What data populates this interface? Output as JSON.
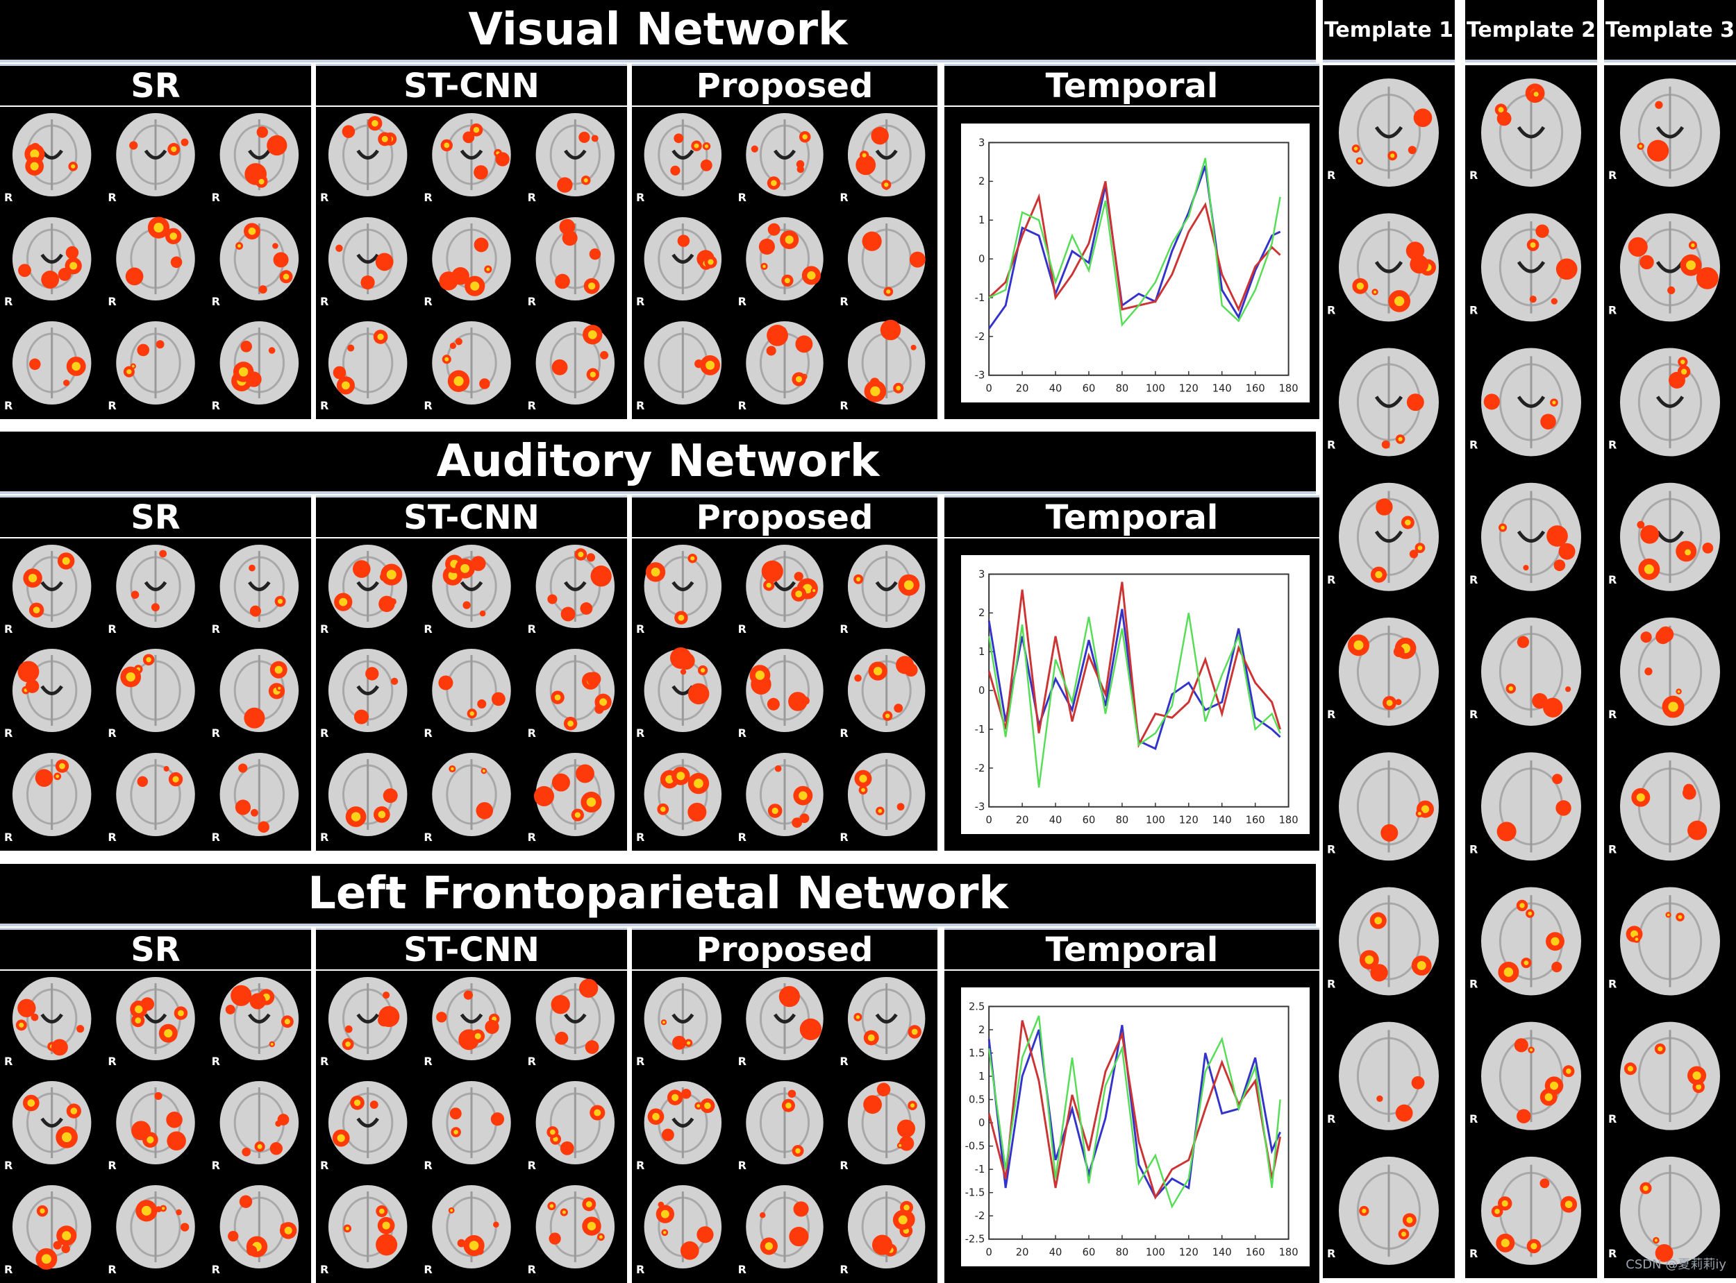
{
  "colors": {
    "background": "#ffffff",
    "header_bg": "#000000",
    "header_text": "#ffffff",
    "separator": "#c6d2e2",
    "brain": "#d2d2d2",
    "activation": "#ff3a0a",
    "activation_hot": "#ffd21a",
    "series_blue": "#3333cc",
    "series_red": "#cc3333",
    "series_green": "#55dd55"
  },
  "networks": [
    {
      "title": "Visual Network",
      "columns": [
        "SR",
        "ST-CNN",
        "Proposed",
        "Temporal"
      ]
    },
    {
      "title": "Auditory Network",
      "columns": [
        "SR",
        "ST-CNN",
        "Proposed",
        "Temporal"
      ]
    },
    {
      "title": "Left Frontoparietal Network",
      "columns": [
        "SR",
        "ST-CNN",
        "Proposed",
        "Temporal"
      ]
    }
  ],
  "orientation_label": "R",
  "templates": [
    "Template 1",
    "Template 2",
    "Template 3"
  ],
  "watermark": "CSDN @夏莉莉iy",
  "chart_data": [
    {
      "type": "line",
      "title": "",
      "xlim": [
        0,
        180
      ],
      "ylim": [
        -3,
        3
      ],
      "xticks": [
        "0",
        "20",
        "40",
        "60",
        "80",
        "100",
        "120",
        "140",
        "160",
        "180"
      ],
      "yticks": [
        "3",
        "2",
        "1",
        "0",
        "-1",
        "-2",
        "-3"
      ],
      "x": [
        0,
        10,
        20,
        30,
        40,
        50,
        60,
        70,
        80,
        90,
        100,
        110,
        120,
        130,
        140,
        150,
        160,
        170,
        175
      ],
      "series": [
        {
          "color": "#3333cc",
          "values": [
            -1.8,
            -1.2,
            0.8,
            0.6,
            -0.9,
            0.2,
            -0.1,
            1.9,
            -1.2,
            -0.9,
            -1.1,
            0.2,
            1.2,
            2.4,
            -0.8,
            -1.5,
            -0.3,
            0.6,
            0.7
          ]
        },
        {
          "color": "#cc3333",
          "values": [
            -1.0,
            -0.6,
            0.6,
            1.6,
            -1.0,
            -0.4,
            0.4,
            2.0,
            -1.3,
            -1.2,
            -1.1,
            -0.4,
            0.7,
            1.4,
            -0.4,
            -1.3,
            -0.2,
            0.3,
            0.1
          ]
        },
        {
          "color": "#55dd55",
          "values": [
            -1.0,
            -0.8,
            1.2,
            1.0,
            -0.6,
            0.6,
            -0.3,
            1.5,
            -1.7,
            -1.2,
            -0.6,
            0.4,
            1.1,
            2.6,
            -1.2,
            -1.6,
            -0.8,
            0.4,
            1.6
          ]
        }
      ]
    },
    {
      "type": "line",
      "title": "",
      "xlim": [
        0,
        180
      ],
      "ylim": [
        -3,
        3
      ],
      "xticks": [
        "0",
        "20",
        "40",
        "60",
        "80",
        "100",
        "120",
        "140",
        "160",
        "180"
      ],
      "yticks": [
        "3",
        "2",
        "1",
        "0",
        "-1",
        "-2",
        "-3"
      ],
      "x": [
        0,
        10,
        20,
        30,
        40,
        50,
        60,
        70,
        80,
        90,
        100,
        110,
        120,
        130,
        140,
        150,
        160,
        170,
        175
      ],
      "series": [
        {
          "color": "#3333cc",
          "values": [
            1.8,
            -0.8,
            1.4,
            -0.9,
            0.3,
            -0.5,
            1.3,
            -0.4,
            2.1,
            -1.3,
            -1.5,
            -0.1,
            0.2,
            -0.5,
            -0.3,
            1.6,
            -0.7,
            -1.0,
            -1.2
          ]
        },
        {
          "color": "#cc3333",
          "values": [
            0.5,
            -1.0,
            2.6,
            -1.1,
            1.4,
            -0.8,
            0.9,
            -0.1,
            2.8,
            -1.4,
            -0.6,
            -0.7,
            -0.3,
            0.8,
            -0.6,
            1.1,
            0.2,
            -0.3,
            -1.0
          ]
        },
        {
          "color": "#55dd55",
          "values": [
            1.4,
            -1.2,
            1.7,
            -2.5,
            0.8,
            -0.3,
            1.9,
            -0.6,
            1.6,
            -1.4,
            -1.1,
            -0.4,
            2.0,
            -0.8,
            0.4,
            1.4,
            -1.0,
            -0.6,
            -1.1
          ]
        }
      ]
    },
    {
      "type": "line",
      "title": "",
      "xlim": [
        0,
        180
      ],
      "ylim": [
        -2.5,
        2.5
      ],
      "xticks": [
        "0",
        "20",
        "40",
        "60",
        "80",
        "100",
        "120",
        "140",
        "160",
        "180"
      ],
      "yticks": [
        "2.5",
        "2",
        "1.5",
        "1",
        "0.5",
        "0",
        "-0.5",
        "-1",
        "-1.5",
        "-2",
        "-2.5"
      ],
      "x": [
        0,
        10,
        20,
        30,
        40,
        50,
        60,
        70,
        80,
        90,
        100,
        110,
        120,
        130,
        140,
        150,
        160,
        170,
        175
      ],
      "series": [
        {
          "color": "#3333cc",
          "values": [
            1.8,
            -1.4,
            1.0,
            2.0,
            -0.8,
            0.3,
            -1.1,
            0.1,
            2.1,
            -0.9,
            -1.6,
            -1.2,
            -1.4,
            1.5,
            0.2,
            0.3,
            1.4,
            -0.6,
            -0.2
          ]
        },
        {
          "color": "#cc3333",
          "values": [
            0.2,
            -1.2,
            2.2,
            0.9,
            -1.4,
            0.6,
            -0.6,
            1.1,
            1.9,
            -0.4,
            -1.6,
            -1.0,
            -0.8,
            0.3,
            1.3,
            0.4,
            0.9,
            -1.2,
            -0.3
          ]
        },
        {
          "color": "#55dd55",
          "values": [
            1.6,
            -1.0,
            1.4,
            2.3,
            -1.2,
            1.4,
            -1.3,
            0.8,
            1.6,
            -1.3,
            -0.7,
            -1.8,
            -1.2,
            1.1,
            1.8,
            0.3,
            1.2,
            -1.4,
            0.5
          ]
        }
      ]
    }
  ]
}
